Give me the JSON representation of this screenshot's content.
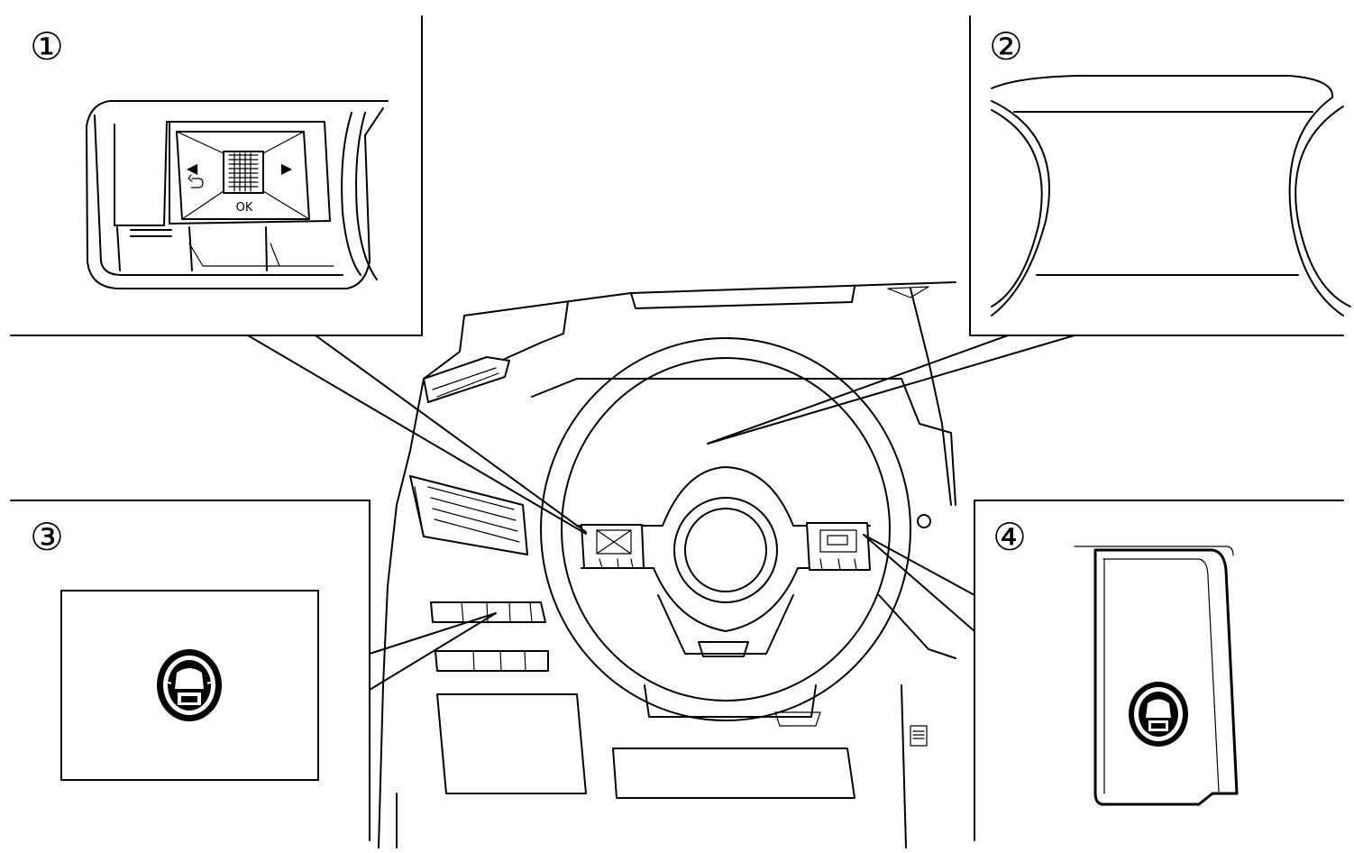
{
  "callouts": [
    {
      "id": "1",
      "glyph": "①"
    },
    {
      "id": "2",
      "glyph": "②"
    },
    {
      "id": "3",
      "glyph": "③"
    },
    {
      "id": "4",
      "glyph": "④"
    }
  ],
  "steering_switch": {
    "ok_label": "OK",
    "left_arrow": "◀",
    "right_arrow": "▶"
  },
  "icons": {
    "back": "back-arrow-icon",
    "camera": "around-view-camera-icon",
    "vent": "air-vent-icon"
  }
}
